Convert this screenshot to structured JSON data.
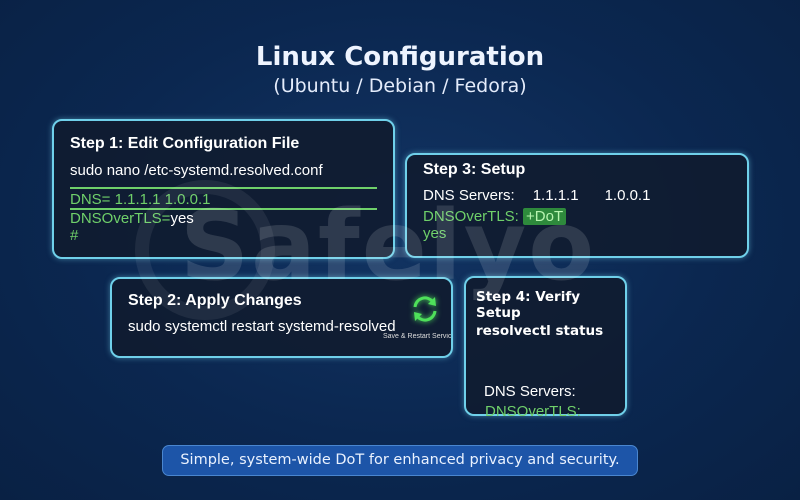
{
  "watermark": "Safelyo",
  "header": {
    "title": "Linux Configuration",
    "subtitle": "(Ubuntu / Debian / Fedora)"
  },
  "step1": {
    "title": "Step 1: Edit Configuration File",
    "command": "sudo nano /etc-systemd.resolved.conf",
    "dns_line": "DNS= 1.1.1.1  1.0.0.1",
    "dot_key": "DNSOverTLS=",
    "dot_value": "yes",
    "comment": "#"
  },
  "step2": {
    "title": "Step 2: Apply Changes",
    "command": "sudo systemctl restart systemd-resolved",
    "icon_caption": "Save & Restart Service"
  },
  "step3": {
    "title": "Step 3: Setup",
    "dns_label": "DNS Servers:",
    "dns1": "1.1.1.1",
    "dns2": "1.0.0.1",
    "dot_label": "DNSOverTLS:",
    "dot_badge": "+DoT",
    "dot_value": "yes"
  },
  "step4": {
    "title": "Step 4: Verify Setup",
    "command": "resolvectl status",
    "dns_label": "DNS Servers:",
    "dot_label": "DNSOverTLS:"
  },
  "footer": {
    "text": "Simple, system-wide DoT for enhanced privacy and security."
  },
  "colors": {
    "accent_border": "#6fd0ea",
    "green": "#6fd06a",
    "pill": "#1d55a8",
    "background": "#0b2750"
  }
}
